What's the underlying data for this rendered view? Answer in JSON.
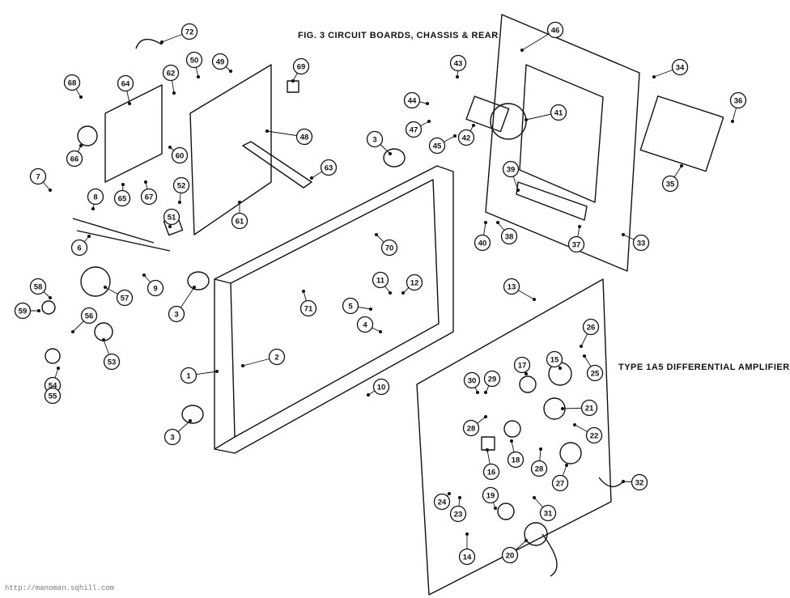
{
  "titles": {
    "figure": "FIG. 3 CIRCUIT BOARDS, CHASSIS & REAR",
    "subtitle": "TYPE 1A5 DIFFERENTIAL AMPLIFIER"
  },
  "watermark": "http://manoman.sqhill.com",
  "callouts": [
    "1",
    "2",
    "3",
    "3",
    "3",
    "4",
    "5",
    "6",
    "7",
    "8",
    "9",
    "10",
    "11",
    "12",
    "13",
    "14",
    "15",
    "16",
    "17",
    "18",
    "19",
    "20",
    "21",
    "22",
    "23",
    "24",
    "25",
    "26",
    "27",
    "28",
    "28",
    "29",
    "30",
    "31",
    "32",
    "33",
    "34",
    "35",
    "36",
    "37",
    "38",
    "39",
    "40",
    "41",
    "42",
    "43",
    "44",
    "45",
    "46",
    "47",
    "48",
    "49",
    "50",
    "51",
    "52",
    "53",
    "54",
    "55",
    "56",
    "57",
    "58",
    "59",
    "60",
    "61",
    "62",
    "63",
    "64",
    "65",
    "66",
    "67",
    "68",
    "69",
    "70",
    "71",
    "72"
  ]
}
